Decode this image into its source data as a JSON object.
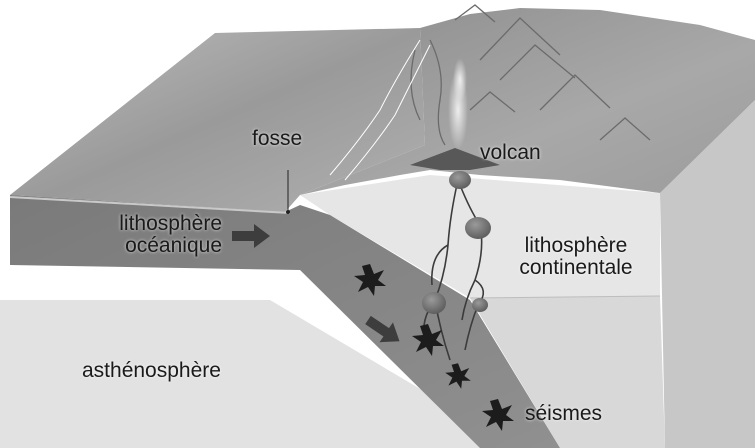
{
  "labels": {
    "fosse": "fosse",
    "volcan": "volcan",
    "lithosphere_oceanique_line1": "lithosphère",
    "lithosphere_oceanique_line2": "océanique",
    "lithosphere_continentale_line1": "lithosphère",
    "lithosphere_continentale_line2": "continentale",
    "asthenosphere": "asthénosphère",
    "seismes": "séismes"
  },
  "colors": {
    "background": "#ffffff",
    "ocean_top": "#9a9a9a",
    "continent_relief": "#a3a3a3",
    "lithosphere_slab": "#858585",
    "asthenosphere": "#dcdcdc",
    "magma": "#6e6e6e",
    "arrow": "#3d3d3d",
    "quake": "#1c1c1c"
  },
  "icons": {
    "movement_arrow": "right-arrow",
    "earthquake": "starburst",
    "magma_chamber": "blob"
  }
}
